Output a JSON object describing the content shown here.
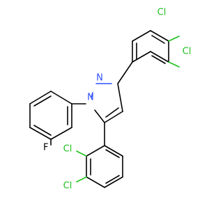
{
  "colors": {
    "bond": "#000000",
    "chlorine": "#1fc01f",
    "nitrogen": "#2f4fff",
    "fluorine": "#000000"
  },
  "atoms": {
    "n2": "N",
    "n1": "N",
    "f": "F",
    "cl_top_right_1": "Cl",
    "cl_top_right_2": "Cl",
    "cl_bottom_1": "Cl",
    "cl_bottom_2": "Cl"
  }
}
